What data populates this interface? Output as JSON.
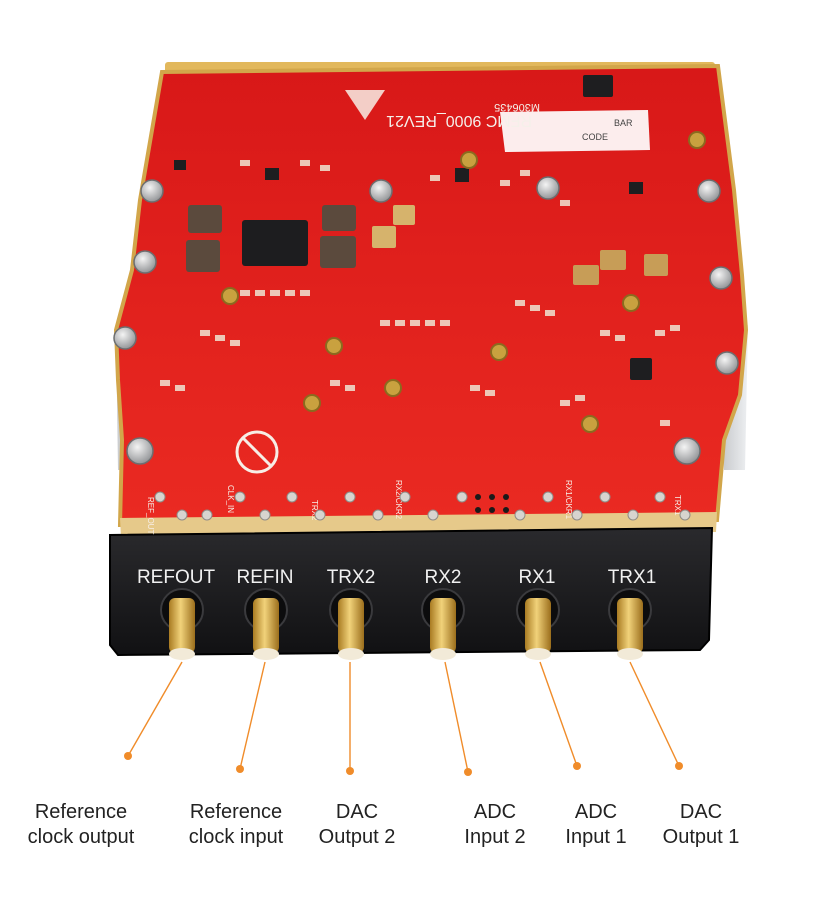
{
  "board": {
    "model_text": "RFMC 9000_REV21",
    "code_text": "M306435",
    "label_code": "CODE",
    "label_bar": "BAR",
    "silk_left": "REF_OUT",
    "silk_clk": "CLK_IN",
    "silk_trx2": "TRX2",
    "silk_rx2": "RX2/CKR2",
    "silk_rx1": "RX1/CKR1",
    "silk_trx1": "TRX1"
  },
  "panel": {
    "labels": [
      "REFOUT",
      "REFIN",
      "TRX2",
      "RX2",
      "RX1",
      "TRX1"
    ]
  },
  "callouts": [
    {
      "line1": "Reference",
      "line2": "clock output"
    },
    {
      "line1": "Reference",
      "line2": "clock input"
    },
    {
      "line1": "DAC",
      "line2": "Output 2"
    },
    {
      "line1": "ADC",
      "line2": "Input 2"
    },
    {
      "line1": "ADC",
      "line2": "Input 1"
    },
    {
      "line1": "DAC",
      "line2": "Output 1"
    }
  ],
  "colors": {
    "pcb": "#e21c1c",
    "pcb_dark": "#b31111",
    "panel": "#1b1b1d",
    "gold": "#d7a84a",
    "accent": "#f08c2a"
  }
}
